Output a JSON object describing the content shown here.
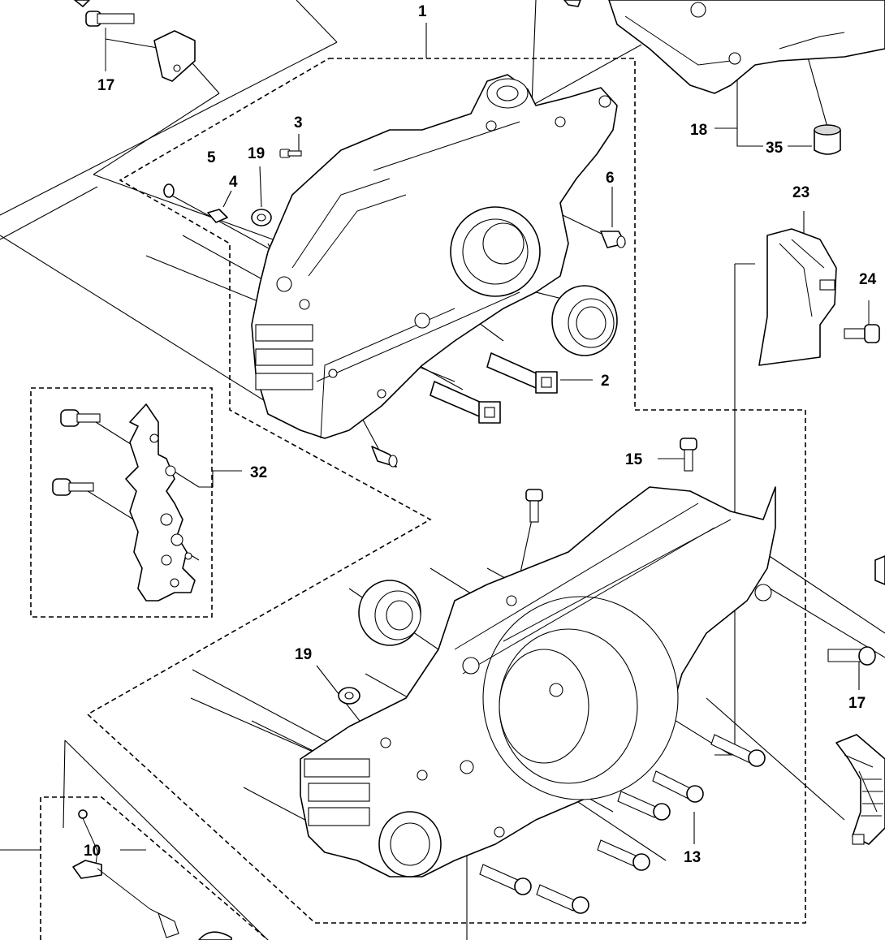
{
  "diagram": {
    "callouts": {
      "c1": "1",
      "c2": "2",
      "c3": "3",
      "c4": "4",
      "c5": "5",
      "c6": "6",
      "c10": "10",
      "c13": "13",
      "c15": "15",
      "c17_top": "17",
      "c17_right": "17",
      "c18": "18",
      "c19_top": "19",
      "c19_bottom": "19",
      "c23": "23",
      "c24": "24",
      "c32": "32",
      "c35": "35"
    }
  }
}
